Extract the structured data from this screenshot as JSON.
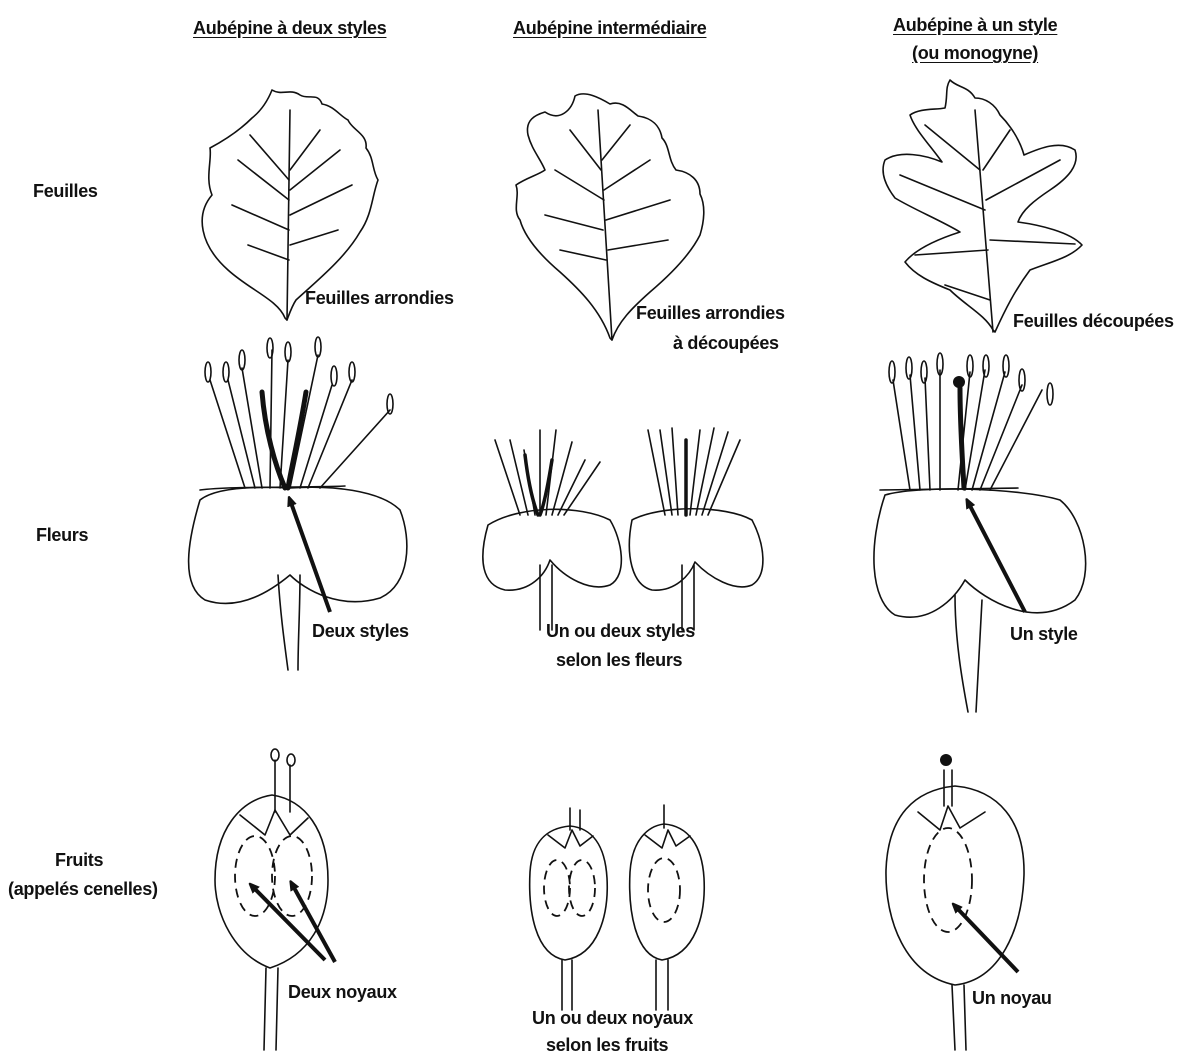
{
  "columns": [
    {
      "title": "Aubépine à deux styles"
    },
    {
      "title": "Aubépine intermédiaire"
    },
    {
      "title_line1": "Aubépine à un style",
      "title_line2": "(ou monogyne)"
    }
  ],
  "rows": {
    "leaves": "Feuilles",
    "flowers": "Fleurs",
    "fruits_line1": "Fruits",
    "fruits_line2": "(appelés cenelles)"
  },
  "captions": {
    "leaf_two_styles": "Feuilles arrondies",
    "leaf_intermediate_line1": "Feuilles arrondies",
    "leaf_intermediate_line2": "à découpées",
    "leaf_one_style": "Feuilles découpées",
    "flower_two_styles": "Deux styles",
    "flower_intermediate_line1": "Un ou deux styles",
    "flower_intermediate_line2": "selon les fleurs",
    "flower_one_style": "Un style",
    "fruit_two_styles": "Deux noyaux",
    "fruit_intermediate_line1": "Un ou deux noyaux",
    "fruit_intermediate_line2": "selon les fruits",
    "fruit_one_style": "Un noyau"
  }
}
